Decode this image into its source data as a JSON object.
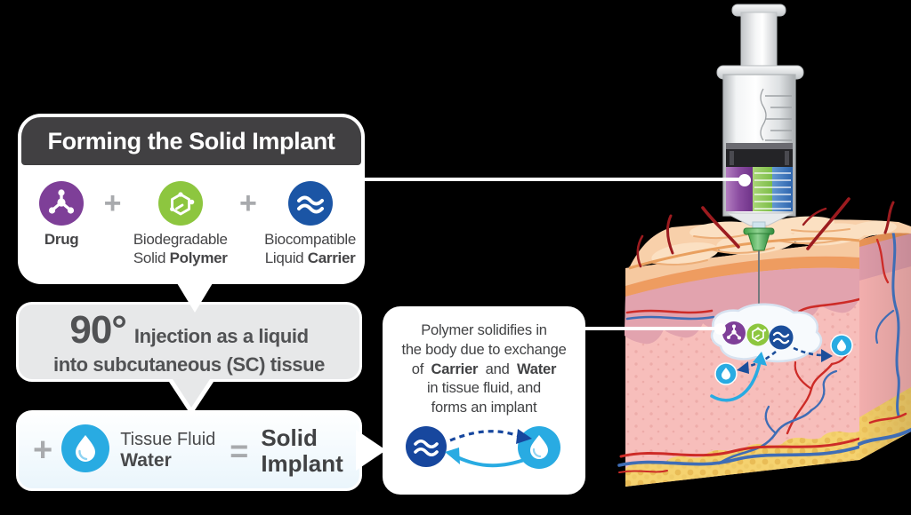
{
  "colors": {
    "background": "#000000",
    "card_header": "#414042",
    "card_gray": "#E7E8E9",
    "drug_purple": "#7E3F98",
    "polymer_green": "#8DC63F",
    "carrier_blue": "#1B55A5",
    "carrier_blue_dark": "#17479E",
    "water_blue": "#29ABE2",
    "text_dark": "#454547",
    "plus_gray": "#A8AAAD",
    "vessel_red": "#CD2B27",
    "vessel_blue": "#3F6DB5",
    "fat_yellow": "#F5D26F"
  },
  "card_forming": {
    "title": "Forming the Solid Implant",
    "plus": "+",
    "items": [
      {
        "icon": "molecule-icon",
        "label_bold": "Drug"
      },
      {
        "icon": "hexagon-polymer-icon",
        "line1": "Biodegradable",
        "line2": "Solid",
        "line2_bold": "Polymer"
      },
      {
        "icon": "waves-icon",
        "line1": "Biocompatible",
        "line2": "Liquid",
        "line2_bold": "Carrier"
      }
    ]
  },
  "card_injection": {
    "degree": "90°",
    "line1": "Injection as a liquid",
    "line2": "into subcutaneous (SC) tissue"
  },
  "card_water": {
    "plus": "+",
    "icon": "water-drop-icon",
    "line1": "Tissue Fluid",
    "line2_bold": "Water",
    "equals": "=",
    "result1": "Solid",
    "result2": "Implant"
  },
  "card_exchange": {
    "line1": "Polymer solidifies in",
    "line2": "the body due to exchange",
    "line3_pre": "of",
    "line3_bold1": "Carrier",
    "line3_mid": "and",
    "line3_bold2": "Water",
    "line4": "in tissue fluid, and",
    "line5": "forms an implant",
    "exchange_icons": [
      "waves-icon",
      "water-drop-icon"
    ]
  },
  "illustration": {
    "syringe": "syringe-with-drug-polymer-carrier-liquid",
    "skin": "skin-cross-section-block",
    "depot_icons": [
      "molecule-icon",
      "hexagon-polymer-icon",
      "waves-icon"
    ],
    "tissue_icons": [
      "water-drop-icon",
      "water-drop-icon"
    ]
  }
}
